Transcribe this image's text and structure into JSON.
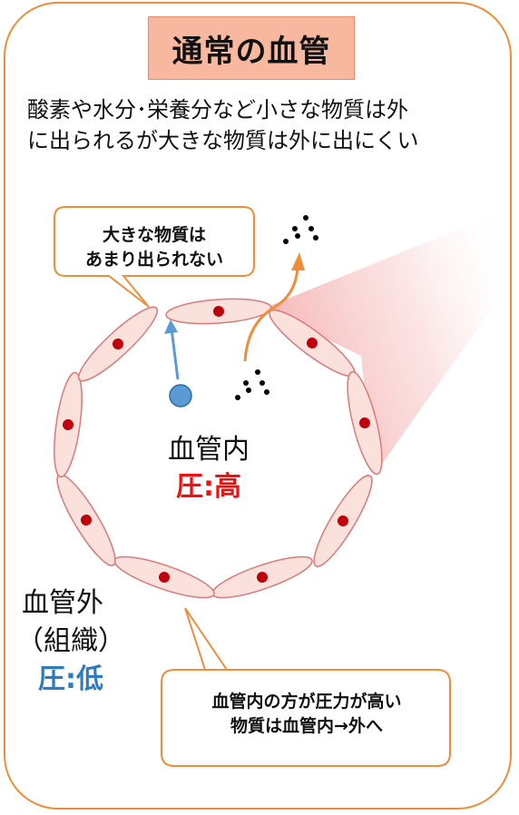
{
  "title": "通常の血管",
  "intro_lines": [
    "酸素や水分･栄養分など小さな物質は外",
    "に出られるが大きな物質は外に出にくい"
  ],
  "callout_top": {
    "lines": [
      "大きな物質は",
      "あまり出られない"
    ]
  },
  "callout_bottom": {
    "lines": [
      "血管内の方が圧力が高い",
      "物質は血管内→外へ"
    ]
  },
  "inside": {
    "label": "血管内",
    "pressure": "圧:高"
  },
  "outside": {
    "label": "血管外",
    "tissue": "（組織）",
    "pressure": "圧:低"
  },
  "colors": {
    "frame": "#ee8d3a",
    "title_fill": "#f8b8a0",
    "cell_fill": "#fbe1dc",
    "cell_stroke": "#d97a7a",
    "nucleus": "#c0000a",
    "pressure_high": "#ee1111",
    "pressure_low": "#2f7bc0",
    "blue_arrow": "#5b9bd5",
    "orange_arrow": "#ee8d3a"
  }
}
